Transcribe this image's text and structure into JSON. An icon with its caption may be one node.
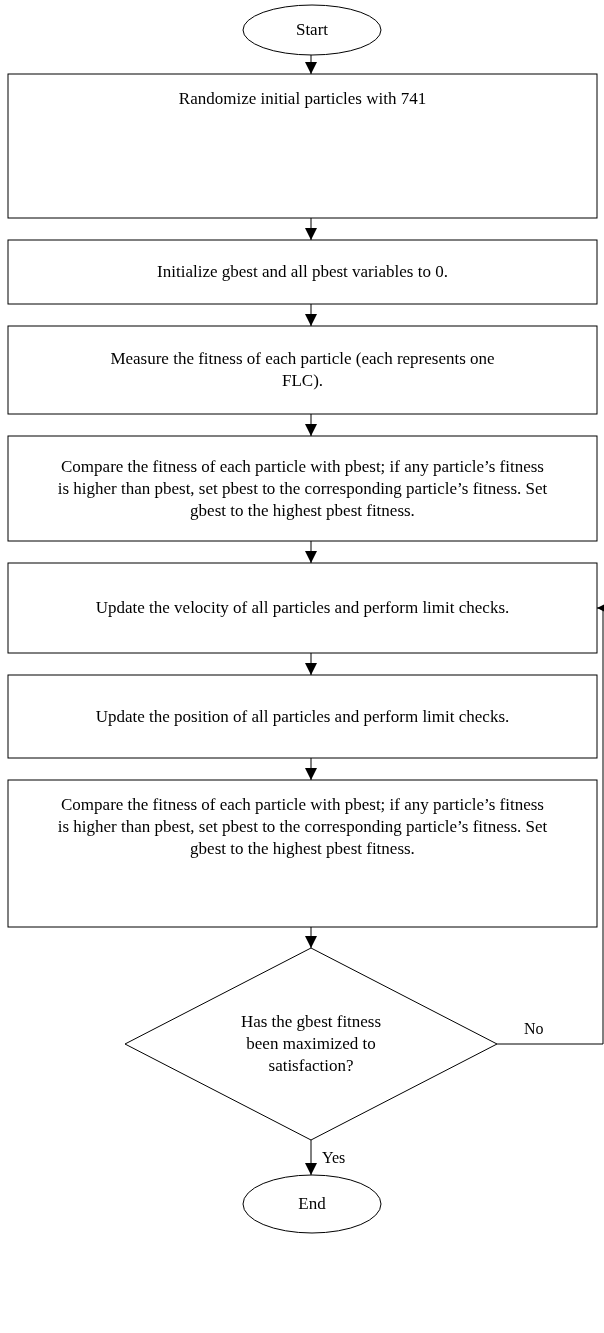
{
  "diagram": {
    "nodes": [
      {
        "text": [
          "Start"
        ]
      },
      {
        "text": [
          "Randomize initial particles with 741"
        ]
      },
      {
        "text": [
          "Initialize gbest and all pbest variables to 0."
        ]
      },
      {
        "text": [
          "Measure the fitness of each particle (each represents one FLC)."
        ]
      },
      {
        "text": [
          "Compare the fitness of each particle with pbest; if any particle’s fitness is higher than pbest, set pbest to the corresponding particle’s fitness. Set gbest to the highest pbest fitness."
        ]
      },
      {
        "text": [
          "Update the velocity of all particles and perform limit checks."
        ]
      },
      {
        "text": [
          "Update the position of all particles and perform limit checks."
        ]
      },
      {
        "text": [
          "Compare the fitness of each particle with pbest; if any particle’s fitness is higher than pbest, set pbest to the corresponding particle’s fitness. Set gbest to the highest pbest fitness."
        ]
      },
      {
        "text": [
          "Has the gbest fitness been maximized to satisfaction?"
        ]
      },
      {
        "text": [
          "End"
        ]
      }
    ],
    "edges": [
      {
        "from": 0,
        "to": 1,
        "arrow": "to"
      },
      {
        "from": 1,
        "to": 2,
        "arrow": "to"
      },
      {
        "from": 2,
        "to": 3,
        "arrow": "to"
      },
      {
        "from": 3,
        "to": 4,
        "arrow": "to"
      },
      {
        "from": 4,
        "to": 5,
        "arrow": "to"
      },
      {
        "from": 5,
        "to": 6,
        "arrow": "to"
      },
      {
        "from": 6,
        "to": 7,
        "arrow": "to"
      },
      {
        "from": 7,
        "to": 8,
        "arrow": "to"
      },
      {
        "from": 8,
        "to": 9,
        "label": "Yes",
        "arrow": "to"
      },
      {
        "from": 8,
        "to": 5,
        "label": "No",
        "arrow": "to"
      }
    ]
  }
}
